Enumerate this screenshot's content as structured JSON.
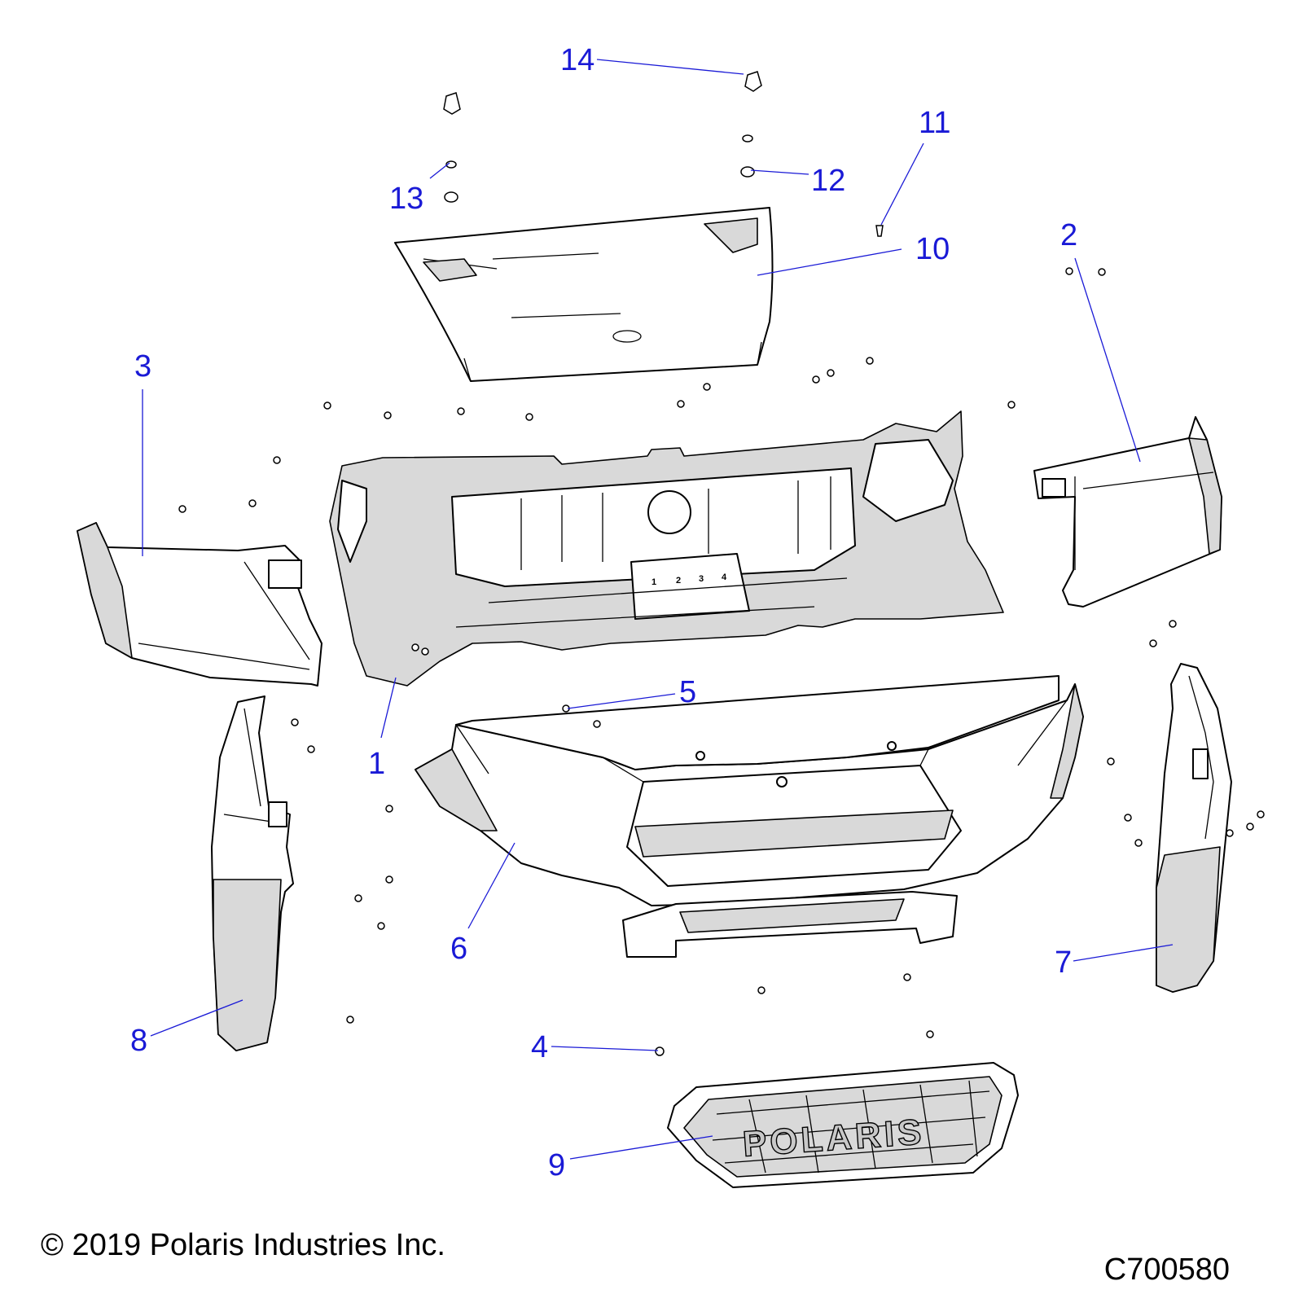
{
  "callouts": {
    "c1": "1",
    "c2": "2",
    "c3": "3",
    "c4": "4",
    "c5": "5",
    "c6": "6",
    "c7": "7",
    "c8": "8",
    "c9": "9",
    "c10": "10",
    "c11": "11",
    "c12": "12",
    "c13": "13",
    "c14": "14"
  },
  "panel_numbers": [
    "1",
    "2",
    "3",
    "4"
  ],
  "grille_logo": "POLARIS",
  "copyright": "© 2019 Polaris Industries Inc.",
  "drawing_id": "C700580",
  "colors": {
    "callout": "#1a1ad6",
    "line_art": "#000000",
    "shading": "#d9d9d9"
  }
}
